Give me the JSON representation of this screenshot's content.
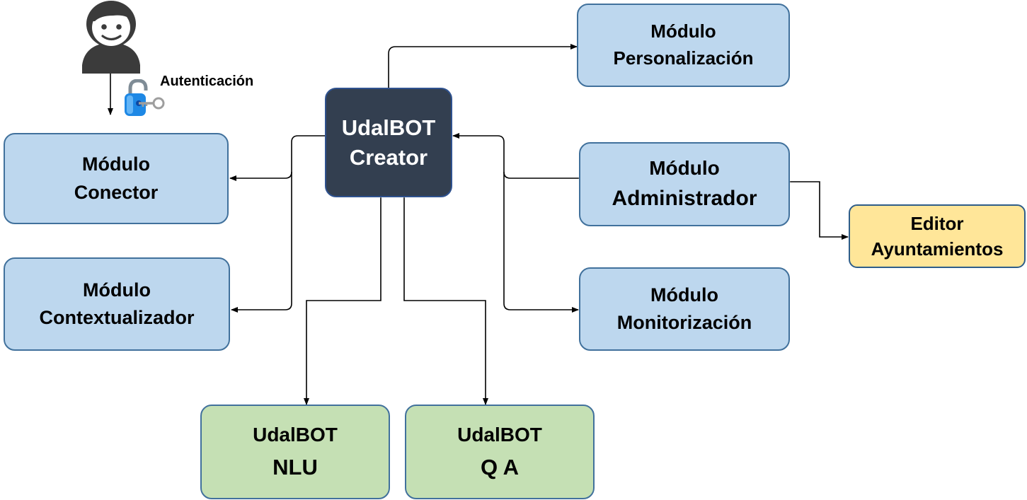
{
  "user": {
    "icon": "user-icon"
  },
  "auth": {
    "label": "Autenticación",
    "icon": "padlock-key-icon"
  },
  "nodes": {
    "creator": {
      "line1": "UdalBOT",
      "line2": "Creator"
    },
    "personalizacion": {
      "line1": "Módulo",
      "line2": "Personalización"
    },
    "conector": {
      "line1": "Módulo",
      "line2": "Conector"
    },
    "contextualizador": {
      "line1": "Módulo",
      "line2": "Contextualizador"
    },
    "administrador": {
      "line1": "Módulo",
      "line2": "Administrador"
    },
    "monitorizacion": {
      "line1": "Módulo",
      "line2": "Monitorización"
    },
    "editor": {
      "line1": "Editor",
      "line2": "Ayuntamientos"
    },
    "nlu": {
      "line1": "UdalBOT",
      "line2": "NLU"
    },
    "qa": {
      "line1": "UdalBOT",
      "line2": "Q A"
    }
  },
  "colors": {
    "module": "#bdd7ee",
    "core": "#333f50",
    "udalbot": "#c5e0b4",
    "editor": "#ffe699",
    "border": "#41719c"
  }
}
